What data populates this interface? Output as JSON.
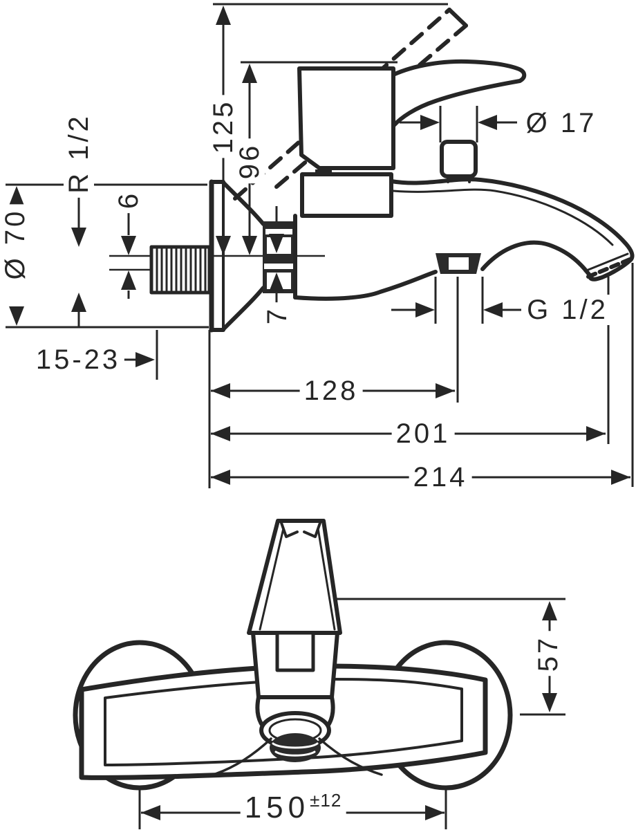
{
  "side_view": {
    "labels": {
      "overall_height": "125",
      "handle_height": "96",
      "knob_diameter": "Ø 17",
      "inlet_thread": "R 1/2",
      "escutcheon_diameter": "Ø 70",
      "eccentric_offset": "6",
      "ring_offset": "7",
      "hose_thread": "G 1/2",
      "wall_distance_range": "15-23",
      "hose_connection_reach": "128",
      "spout_reach": "201",
      "overall_reach": "214"
    }
  },
  "front_view": {
    "labels": {
      "height_above_axis": "57",
      "connection_centers": "150",
      "connection_tolerance": "±12"
    }
  }
}
